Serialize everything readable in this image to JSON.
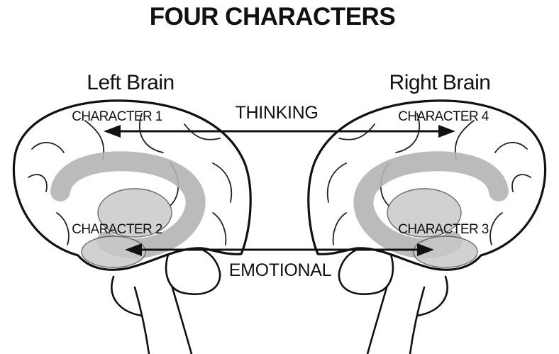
{
  "title": "FOUR CHARACTERS",
  "hemispheres": {
    "left": "Left Brain",
    "right": "Right Brain"
  },
  "axes": {
    "top": "THINKING",
    "bottom": "EMOTIONAL"
  },
  "characters": {
    "c1": "CHARACTER 1",
    "c2": "CHARACTER 2",
    "c3": "CHARACTER 3",
    "c4": "CHARACTER 4"
  }
}
